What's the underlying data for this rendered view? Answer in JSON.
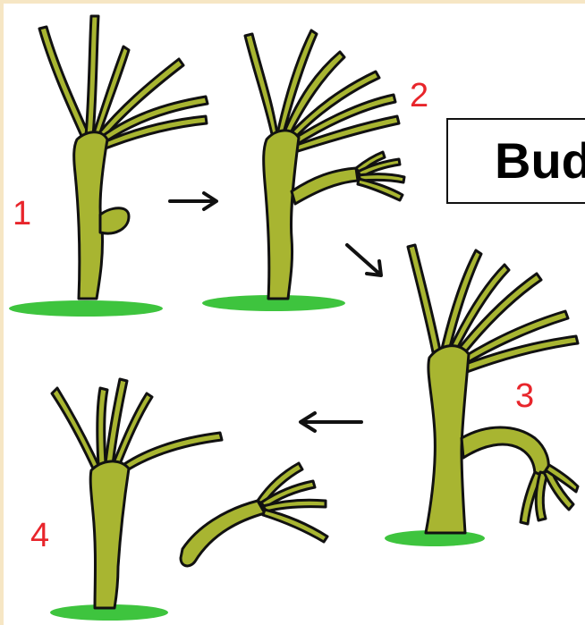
{
  "title": "Bud",
  "stage_labels": [
    "1",
    "2",
    "3",
    "4"
  ],
  "colors": {
    "frame": "#f6e6c4",
    "body": "#a8b531",
    "outline": "#111111",
    "ground": "#3ec43e",
    "label": "#e8252b"
  },
  "icons": [
    "arrow-right-icon",
    "arrow-down-right-icon",
    "arrow-left-icon"
  ]
}
